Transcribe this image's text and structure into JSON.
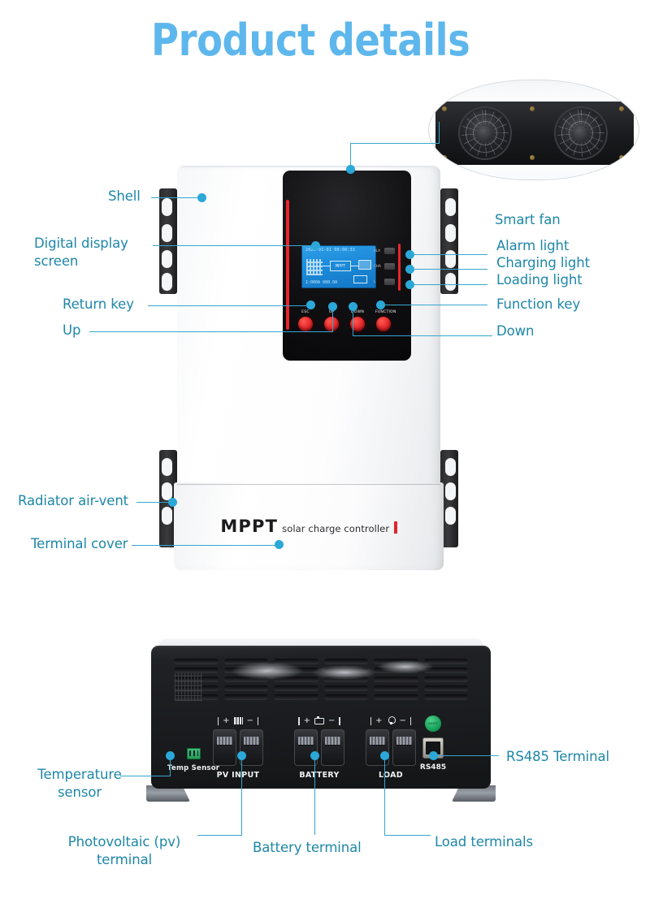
{
  "page": {
    "title": "Product details",
    "accent_title_color": "#5EB7EC",
    "label_color": "#1E87A8",
    "leader_color": "#35A7CE"
  },
  "top_unit": {
    "brand": {
      "mppt": "MPPT",
      "subtitle": "solar charge controller"
    },
    "buttons": [
      {
        "label": "ESC"
      },
      {
        "label": "UP"
      },
      {
        "label": "DOWN"
      },
      {
        "label": "FUNCTION"
      }
    ],
    "leds": [
      {
        "label": "ALA"
      },
      {
        "label": "CHA"
      },
      {
        "label": "L"
      }
    ],
    "lcd": {
      "top_line": "2020-01-01 00:00:33",
      "bottom_line": "I:000A 000.0A",
      "center_box": "MPPT"
    }
  },
  "bottom_unit": {
    "temp_sensor_label": "Temp Sensor",
    "terminals": [
      {
        "name": "PV INPUT",
        "plus": "+",
        "minus": "−",
        "icon": "solar-panel-icon"
      },
      {
        "name": "BATTERY",
        "plus": "+",
        "minus": "−",
        "icon": "battery-icon"
      },
      {
        "name": "LOAD",
        "plus": "+",
        "minus": "−",
        "icon": "lamp-icon"
      }
    ],
    "rs485_label": "RS485",
    "rs485_button_text": "RESET"
  },
  "callouts": {
    "left": [
      {
        "id": "shell",
        "text": "Shell"
      },
      {
        "id": "digital-display-screen",
        "text": "Digital display\nscreen"
      },
      {
        "id": "return-key",
        "text": "Return key"
      },
      {
        "id": "up",
        "text": "Up"
      },
      {
        "id": "radiator-air-vent",
        "text": "Radiator air-vent"
      },
      {
        "id": "terminal-cover",
        "text": "Terminal cover"
      },
      {
        "id": "temperature-sensor",
        "text": "Temperature\nsensor"
      }
    ],
    "right": [
      {
        "id": "smart-fan",
        "text": "Smart fan"
      },
      {
        "id": "alarm-light",
        "text": "Alarm light"
      },
      {
        "id": "charging-light",
        "text": "Charging light"
      },
      {
        "id": "loading-light",
        "text": "Loading light"
      },
      {
        "id": "function-key",
        "text": "Function key"
      },
      {
        "id": "down",
        "text": "Down"
      },
      {
        "id": "rs485-terminal",
        "text": "RS485 Terminal"
      }
    ],
    "bottom": [
      {
        "id": "photovoltaic-terminal",
        "text": "Photovoltaic (pv)\nterminal"
      },
      {
        "id": "battery-terminal",
        "text": "Battery terminal"
      },
      {
        "id": "load-terminals",
        "text": "Load terminals"
      }
    ]
  }
}
